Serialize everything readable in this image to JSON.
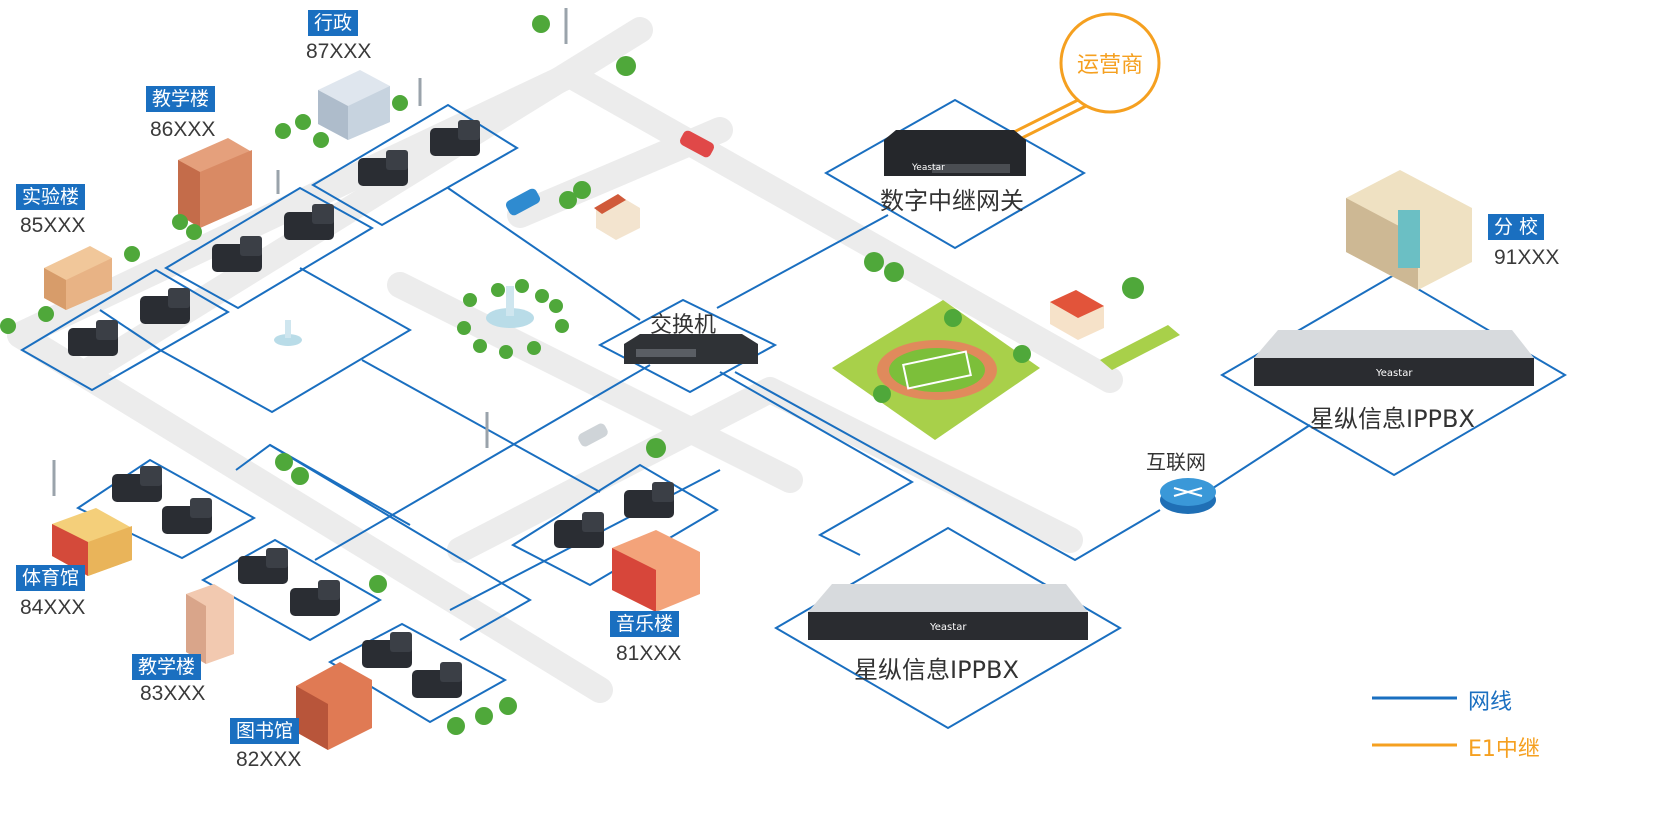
{
  "colors": {
    "network": "#1a6fc0",
    "e1": "#f5a020",
    "road": "#ececec",
    "grass": "#a8d04a",
    "label_bg": "#1a6fc0"
  },
  "buildings": [
    {
      "name": "行政",
      "ext": "87XXX"
    },
    {
      "name": "教学楼",
      "ext": "86XXX"
    },
    {
      "name": "实验楼",
      "ext": "85XXX"
    },
    {
      "name": "体育馆",
      "ext": "84XXX"
    },
    {
      "name": "教学楼",
      "ext": "83XXX"
    },
    {
      "name": "图书馆",
      "ext": "82XXX"
    },
    {
      "name": "音乐楼",
      "ext": "81XXX"
    },
    {
      "name": "分 校",
      "ext": "91XXX"
    }
  ],
  "nodes": {
    "carrier": "运营商",
    "gateway": "数字中继网关",
    "switch": "交换机",
    "internet": "互联网",
    "pbx_main": "星纵信息IPPBX",
    "pbx_branch": "星纵信息IPPBX",
    "device_brand": "Yeastar"
  },
  "legend": {
    "network_label": "网线",
    "e1_label": "E1中继"
  }
}
